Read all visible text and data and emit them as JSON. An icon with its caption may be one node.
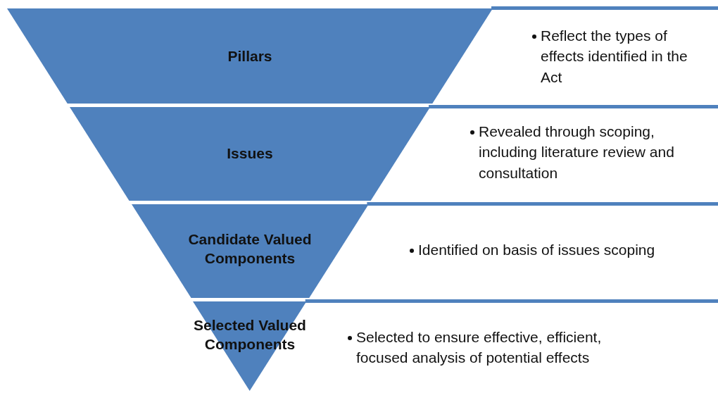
{
  "diagram": {
    "nodes": [
      {
        "text": [
          "Pillars"
        ]
      },
      {
        "text": [
          "Issues"
        ]
      },
      {
        "text": [
          "Candidate Valued Components"
        ]
      },
      {
        "text": [
          "Selected Valued Components"
        ]
      }
    ],
    "edges": [],
    "labels": [
      "Reflect the types of effects identified in the Act",
      "Revealed through scoping, including literature review and consultation",
      "Identified on basis of issues scoping",
      "Selected to ensure effective, efficient, focused analysis of potential effects"
    ]
  }
}
